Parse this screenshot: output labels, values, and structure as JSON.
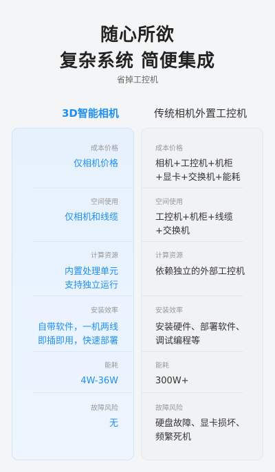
{
  "header": {
    "title_line1": "随心所欲",
    "title_line2": "复杂系统 简便集成",
    "subtitle": "省掉工控机"
  },
  "columns": {
    "left_title": "3D智能相机",
    "right_title": "传统相机外置工控机"
  },
  "rows": [
    {
      "label": "成本价格",
      "left": [
        "仅相机价格"
      ],
      "right": [
        "相机+工控机+机柜",
        "+显卡+交换机+能耗"
      ]
    },
    {
      "label": "空间使用",
      "left": [
        "仅相机和线缆"
      ],
      "right": [
        "工控机+机柜+线缆",
        "+交换机"
      ]
    },
    {
      "label": "计算资源",
      "left": [
        "内置处理单元",
        "支持独立运行"
      ],
      "right": [
        "依赖独立的外部工控机"
      ]
    },
    {
      "label": "安装效率",
      "left": [
        "自带软件，一机两线",
        "即插即用，快速部署"
      ],
      "right": [
        "安装硬件、部署软件、",
        "调试编程等"
      ]
    },
    {
      "label": "能耗",
      "left": [
        "4W-36W"
      ],
      "right": [
        "300W+"
      ]
    },
    {
      "label": "故障风险",
      "left": [
        "无"
      ],
      "right": [
        "硬盘故障、显卡损坏、",
        "频繁死机"
      ]
    }
  ],
  "colors": {
    "accent": "#1f8ff0"
  }
}
